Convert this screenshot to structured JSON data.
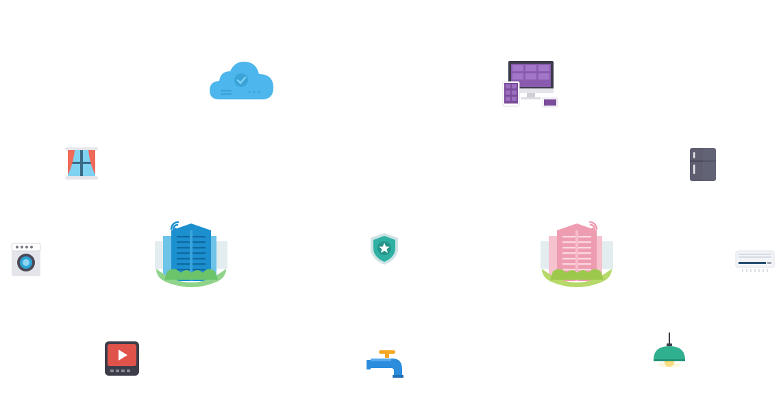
{
  "icons": [
    {
      "id": "cloud",
      "icon": "cloud-check-icon",
      "color": "#4db6ec"
    },
    {
      "id": "devices",
      "icon": "multi-device-icon",
      "color": "#7b4c9a"
    },
    {
      "id": "window",
      "icon": "curtain-window-icon",
      "color": "#f06a5a"
    },
    {
      "id": "fridge",
      "icon": "refrigerator-icon",
      "color": "#5e5e70"
    },
    {
      "id": "washer",
      "icon": "washing-machine-icon",
      "color": "#2ea3d5"
    },
    {
      "id": "building-blue",
      "icon": "smart-building-blue-icon",
      "color": "#1c8fcf"
    },
    {
      "id": "shield",
      "icon": "security-shield-icon",
      "color": "#2fb0a3"
    },
    {
      "id": "building-pink",
      "icon": "smart-building-pink-icon",
      "color": "#ee9db0"
    },
    {
      "id": "aircon",
      "icon": "air-conditioner-icon",
      "color": "#264e70"
    },
    {
      "id": "tv",
      "icon": "video-player-icon",
      "color": "#e0534a"
    },
    {
      "id": "faucet",
      "icon": "water-faucet-icon",
      "color": "#2c8ddd"
    },
    {
      "id": "lamp",
      "icon": "pendant-lamp-icon",
      "color": "#2fb08f"
    }
  ]
}
